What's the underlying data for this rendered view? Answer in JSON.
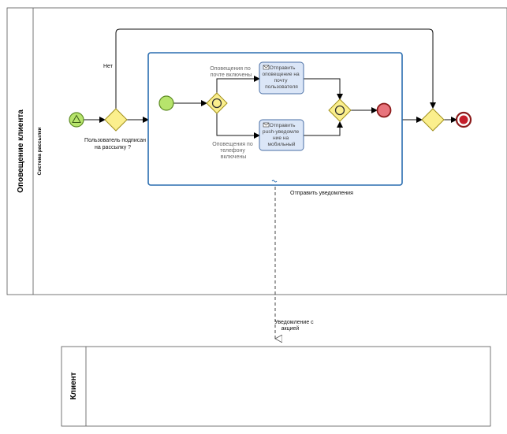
{
  "pool_top": {
    "title": "Оповещение клиента",
    "lane": "Система рассылки"
  },
  "pool_bottom": {
    "title": "Клиент"
  },
  "labels": {
    "no": "Нет",
    "gateway_question": [
      "Пользователь подписан",
      "на рассылку ?"
    ],
    "email_branch": [
      "Оповещения по",
      "почте включены"
    ],
    "phone_branch": [
      "Оповещения по",
      "телефону",
      "включены"
    ],
    "subprocess": "Отправить уведомления",
    "message_flow": [
      "Уведомление с",
      "акцией"
    ]
  },
  "tasks": {
    "email": [
      "Отправить",
      "оповещение на",
      "почту",
      "пользователя"
    ],
    "push": [
      "Отправить",
      "push-уведомле",
      "ние на",
      "мобильный"
    ]
  },
  "colors": {
    "subprocess_border": "#2a6db0",
    "gateway_fill": "#fbef8d",
    "gateway_stroke": "#a08f1a",
    "start_fill": "#b7e46c",
    "start_stroke": "#5c8a23",
    "end_inner_fill": "#e8747c",
    "end_stroke": "#8b1a1a",
    "task_fill": "#dbe6f7",
    "task_stroke": "#4a6fa5"
  }
}
